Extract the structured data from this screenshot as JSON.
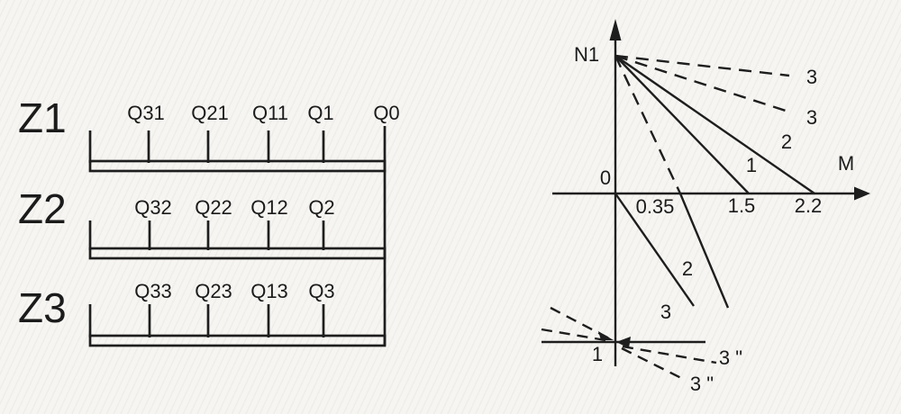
{
  "colors": {
    "ink": "#1e1e1e",
    "paper": "#f6f5f2"
  },
  "winding_diagram": {
    "rows": [
      {
        "label": "Z1",
        "taps": [
          "Q31",
          "Q21",
          "Q11",
          "Q1",
          "Q0"
        ]
      },
      {
        "label": "Z2",
        "taps": [
          "Q32",
          "Q22",
          "Q12",
          "Q2"
        ]
      },
      {
        "label": "Z3",
        "taps": [
          "Q33",
          "Q23",
          "Q13",
          "Q3"
        ]
      }
    ]
  },
  "graph": {
    "y_axis_label": "N1",
    "x_axis_label": "M",
    "origin_label": "0",
    "x_tick_labels": {
      "t1": "0.35",
      "t2": "1.5",
      "t3": "2.2"
    },
    "curve_labels": {
      "dashed_top": "3",
      "dashed_mid": "3",
      "solid_outer": "2",
      "solid_inner": "1",
      "below_axis_steep": "2",
      "below_axis_from_origin": "3",
      "reverse_line": "1",
      "reverse_dashed_upper": "3 \"",
      "reverse_dashed_lower": "3 \""
    }
  },
  "chart_data": {
    "type": "line",
    "title": "",
    "xlabel": "M",
    "ylabel": "N1",
    "x_tick_values": [
      0.35,
      1.5,
      2.2
    ],
    "legend_position": "inline-labels",
    "grid": false,
    "series": [
      {
        "label": "1",
        "style": "solid",
        "description": "from point N1 on speed axis down to M axis at 1.5"
      },
      {
        "label": "2",
        "style": "solid",
        "description": "from point N1 on speed axis down to M axis at 2.2"
      },
      {
        "label": "3",
        "style": "dashed",
        "description": "from point N1, shallow slope toward upper right"
      },
      {
        "label": "3",
        "style": "dashed",
        "description": "from point N1, medium slope toward upper right"
      },
      {
        "label": "2",
        "style": "dashed-above-solid-below",
        "description": "steep branch from N1 crossing M axis near 0.35 and continuing below axis"
      },
      {
        "label": "3",
        "style": "solid",
        "description": "steep branch from origin continuing below M axis"
      },
      {
        "label": "1",
        "style": "solid",
        "description": "short horizontal line crossing the speed axis below the M axis"
      },
      {
        "label": "3 \"",
        "style": "dashed",
        "description": "shallow dashed branch below the reverse line, to lower right"
      },
      {
        "label": "3 \"",
        "style": "dashed",
        "description": "steeper dashed branch below the reverse line, to lower right"
      }
    ]
  }
}
